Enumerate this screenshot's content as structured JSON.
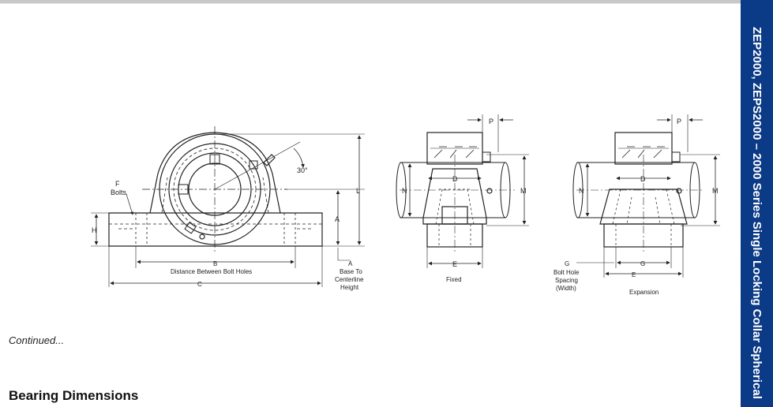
{
  "sidebar": {
    "title": "ZEP2000, ZEPS2000 – 2000 Series Single Locking Collar Spherical"
  },
  "figure_left": {
    "angle": "30°",
    "f_label": "F",
    "bolts_label": "Bolts",
    "h_label": "H",
    "l_label": "L",
    "a_label": "A",
    "b_label": "B",
    "b_desc": "Distance Between Bolt Holes",
    "c_label": "C",
    "a_base_label": "A",
    "a_base_line1": "Base To",
    "a_base_line2": "Centerline",
    "a_base_line3": "Height"
  },
  "figure_mid": {
    "p_label": "P",
    "d_label": "D",
    "n_label": "N",
    "m_label": "M",
    "e_label": "E",
    "caption": "Fixed"
  },
  "figure_right": {
    "p_label": "P",
    "d_label": "D",
    "n_label": "N",
    "m_label": "M",
    "g_label": "G",
    "g_inner": "G",
    "g_line1": "Bolt Hole",
    "g_line2": "Spacing",
    "g_line3": "(Width)",
    "e_label": "E",
    "caption": "Expansion"
  },
  "continued": "Continued...",
  "section_heading": "Bearing Dimensions"
}
